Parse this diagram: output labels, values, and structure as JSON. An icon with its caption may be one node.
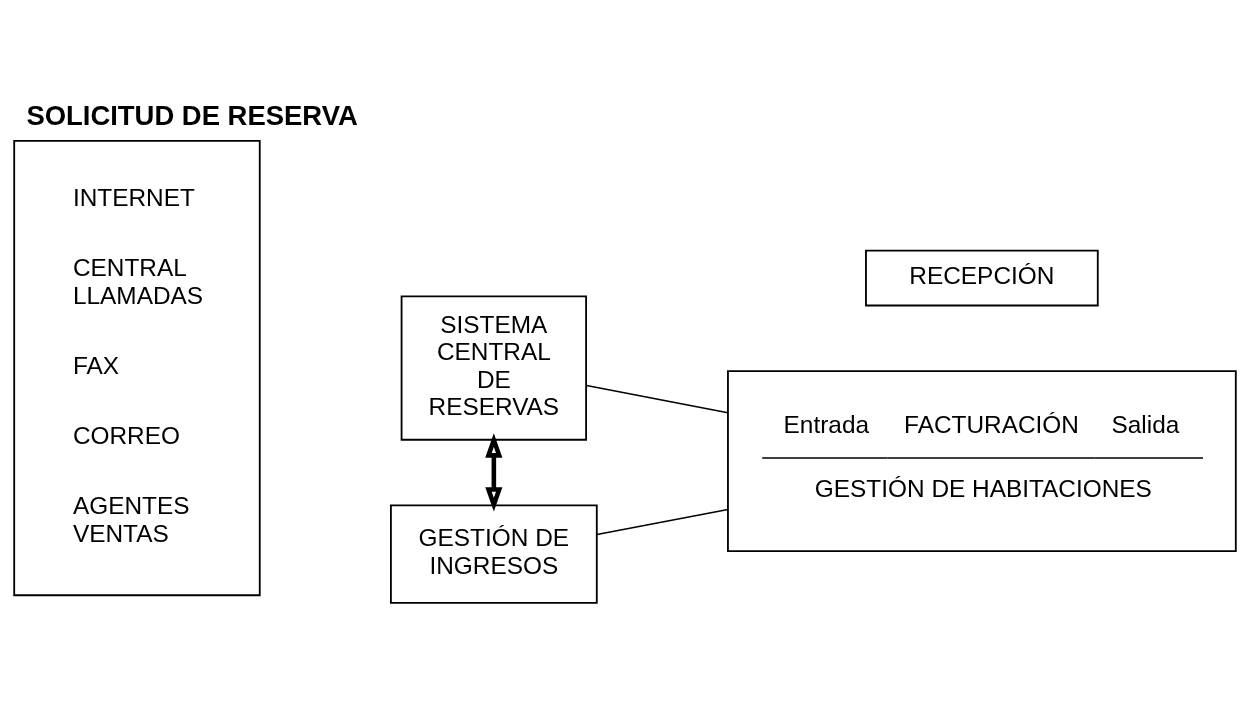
{
  "diagram": {
    "title": "SOLICITUD DE RESERVA",
    "nodes": [
      {
        "text": [
          "INTERNET",
          "CENTRAL LLAMADAS",
          "FAX",
          "CORREO",
          "AGENTES VENTAS"
        ]
      },
      {
        "text": [
          "SISTEMA CENTRAL DE RESERVAS"
        ]
      },
      {
        "text": [
          "GESTIÓN DE INGRESOS"
        ]
      },
      {
        "text": [
          "RECEPCIÓN"
        ]
      },
      {
        "text": [
          "Entrada",
          "FACTURACIÓN",
          "Salida",
          "GESTIÓN DE HABITACIONES"
        ]
      }
    ],
    "edges": [
      {
        "from": 1,
        "to": 2,
        "arrow": "both",
        "style": "thick"
      },
      {
        "from": 1,
        "to": 4,
        "arrow": "none"
      },
      {
        "from": 2,
        "to": 4,
        "arrow": "none"
      }
    ]
  }
}
